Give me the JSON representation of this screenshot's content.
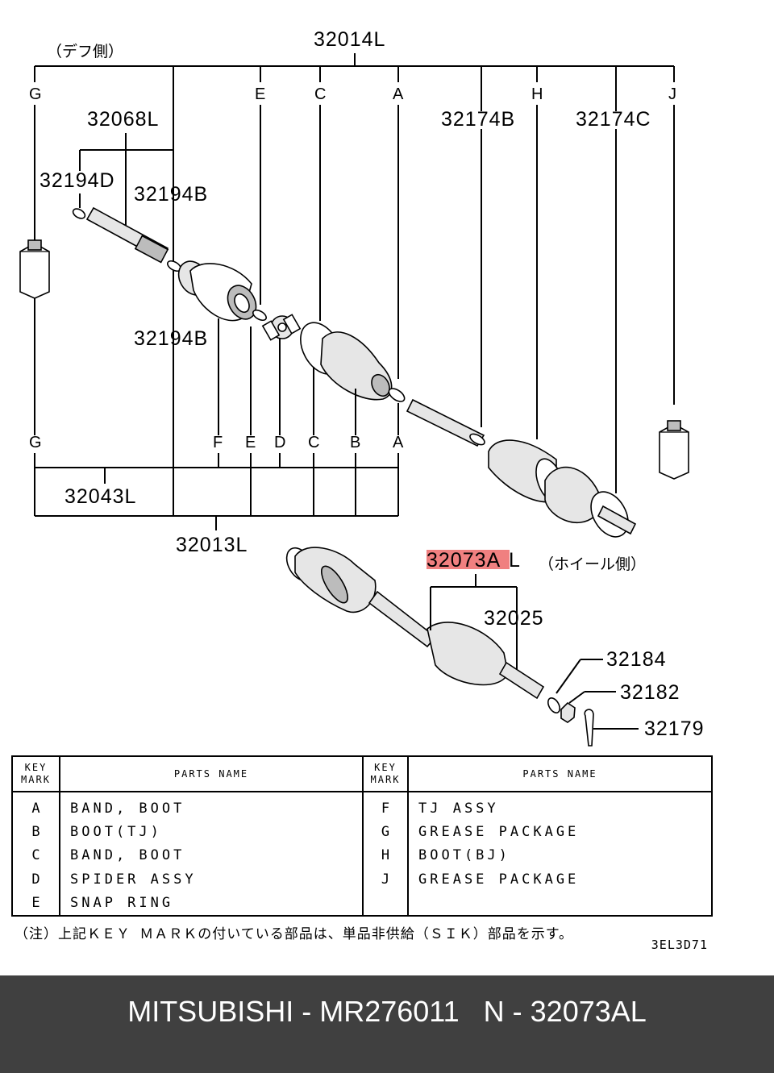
{
  "diagram": {
    "diff_side": "（デフ側）",
    "wheel_side": "（ホイール側）",
    "labels": {
      "assy_upper": "32014L",
      "kit_32068": "32068L",
      "ring_d": "32194D",
      "ring_b_top": "32194B",
      "ring_b_bottom": "32194B",
      "boot_32174b": "32174B",
      "boot_32174c": "32174C",
      "assy_32043": "32043L",
      "assy_32013": "32013L",
      "highlight_part": "32073A",
      "highlight_suffix": "L",
      "shaft_32025": "32025",
      "washer_32184": "32184",
      "nut_32182": "32182",
      "pin_32179": "32179"
    },
    "top_marks": [
      "G",
      "E",
      "C",
      "A",
      "H",
      "J"
    ],
    "bottom_marks": [
      "G",
      "F",
      "E",
      "D",
      "C",
      "B",
      "A"
    ],
    "highlight_color": "#f08080"
  },
  "key_table": {
    "header_key": [
      "KEY",
      "MARK"
    ],
    "header_name": "PARTS NAME",
    "left": [
      {
        "key": "A",
        "name": "BAND, BOOT"
      },
      {
        "key": "B",
        "name": "BOOT(TJ)"
      },
      {
        "key": "C",
        "name": "BAND, BOOT"
      },
      {
        "key": "D",
        "name": "SPIDER ASSY"
      },
      {
        "key": "E",
        "name": "SNAP RING"
      }
    ],
    "right": [
      {
        "key": "F",
        "name": "TJ ASSY"
      },
      {
        "key": "G",
        "name": "GREASE PACKAGE"
      },
      {
        "key": "H",
        "name": "BOOT(BJ)"
      },
      {
        "key": "J",
        "name": "GREASE PACKAGE"
      }
    ]
  },
  "footnote": "（注）上記ＫＥＹ ＭＡＲＫの付いている部品は、単品非供給（ＳＩＫ）部品を示す。",
  "drawing_code": "3EL3D71",
  "caption": "MITSUBISHI - MR276011   N - 32073AL"
}
